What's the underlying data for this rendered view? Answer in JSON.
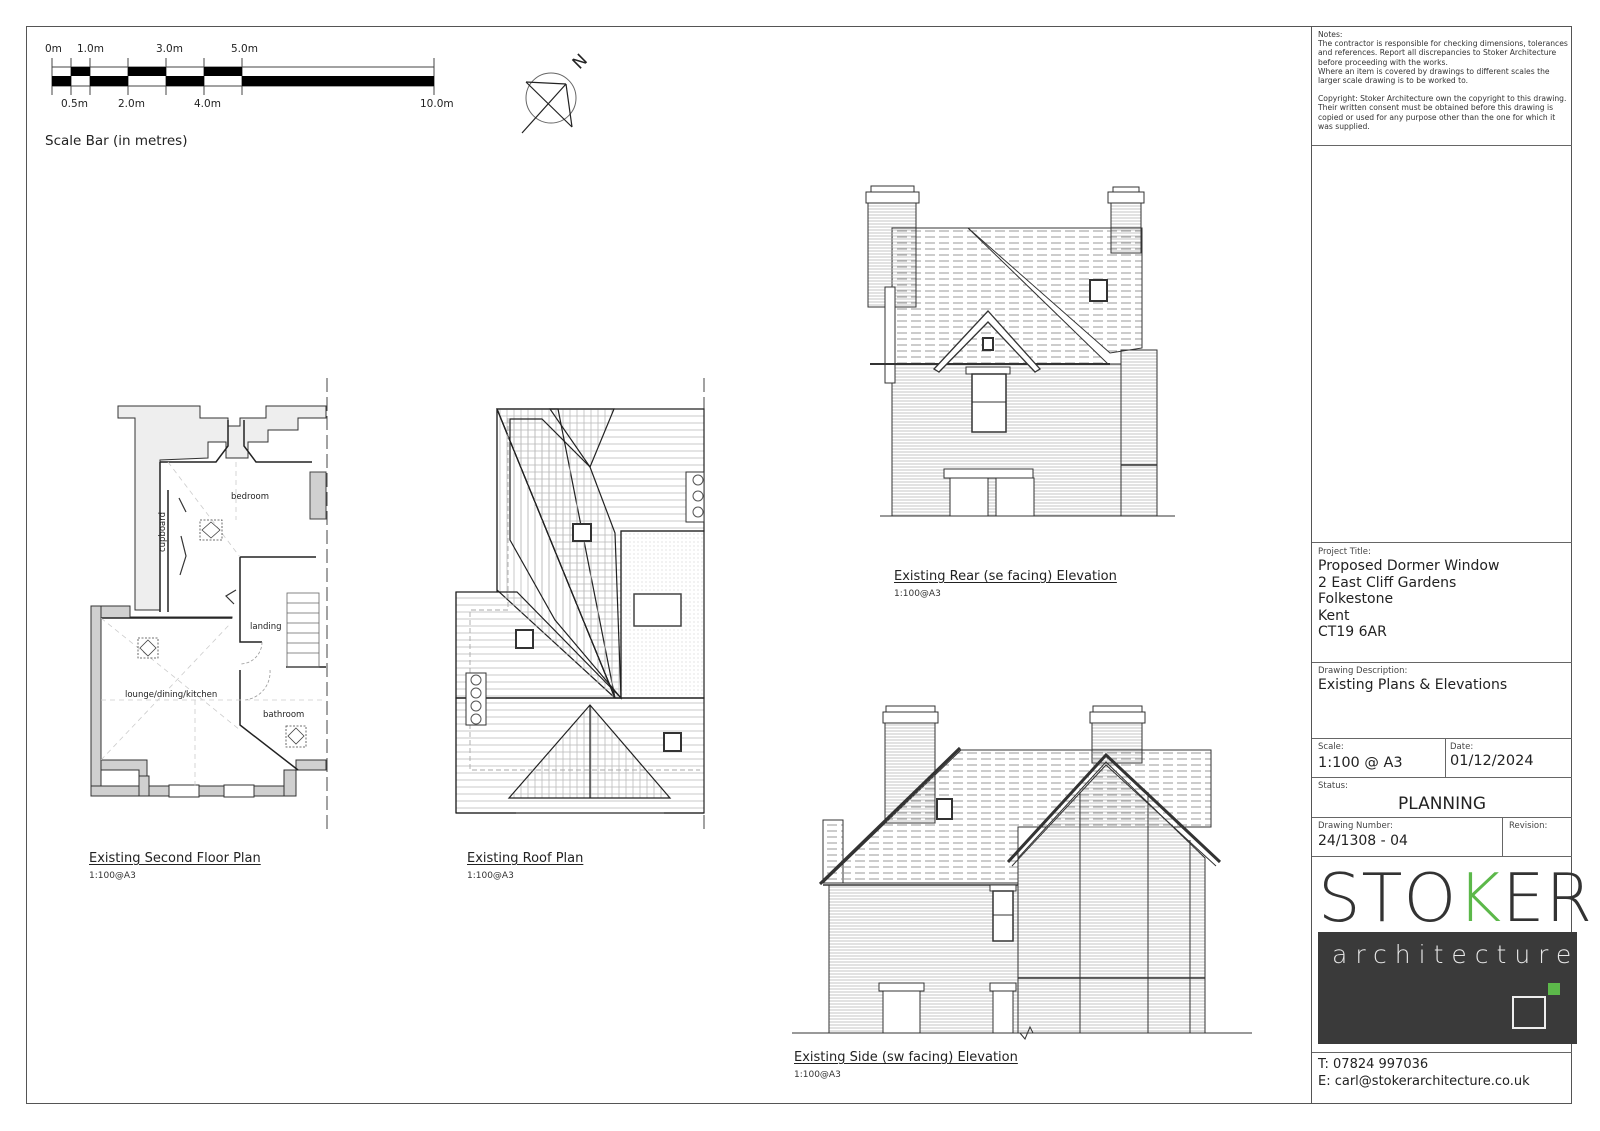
{
  "scale_bar": {
    "top_labels": [
      "0m",
      "1.0m",
      "3.0m",
      "5.0m"
    ],
    "bottom_labels": [
      "0.5m",
      "2.0m",
      "4.0m",
      "10.0m"
    ],
    "caption": "Scale Bar (in metres)"
  },
  "north_arrow": {
    "label": "N"
  },
  "drawings": [
    {
      "title": "Existing Second Floor Plan",
      "scale": "1:100@A3",
      "rooms": [
        "bedroom",
        "cupboard",
        "landing",
        "lounge/dining/kitchen",
        "bathroom"
      ]
    },
    {
      "title": "Existing Roof Plan",
      "scale": "1:100@A3"
    },
    {
      "title": "Existing Rear (se facing) Elevation",
      "scale": "1:100@A3"
    },
    {
      "title": "Existing Side (sw facing) Elevation",
      "scale": "1:100@A3"
    }
  ],
  "title_block": {
    "notes_label": "Notes:",
    "notes": [
      "The contractor is responsible for checking dimensions, tolerances and references.  Report all discrepancies to Stoker Architecture before proceeding with the works.",
      "Where an item is covered by drawings to different scales the larger scale drawing is to be worked to.",
      "Copyright: Stoker Architecture own the copyright to this drawing. Their written consent must be obtained before this drawing is copied or used for any purpose other than the one for which it was supplied."
    ],
    "project_title_label": "Project Title:",
    "project_title_lines": [
      "Proposed Dormer Window",
      "2 East Cliff Gardens",
      "Folkestone",
      "Kent",
      "CT19 6AR"
    ],
    "drawing_description_label": "Drawing Description:",
    "drawing_description": "Existing Plans & Elevations",
    "scale_label": "Scale:",
    "scale": "1:100 @ A3",
    "date_label": "Date:",
    "date": "01/12/2024",
    "status_label": "Status:",
    "status": "PLANNING",
    "drawing_number_label": "Drawing Number:",
    "drawing_number": "24/1308 - 04",
    "revision_label": "Revision:",
    "revision": "",
    "logo": {
      "word_pre": "STO",
      "word_accent": "K",
      "word_post": "ER",
      "sub": "architecture",
      "accent_color": "#5cb84a",
      "box_color": "#3a3a3a"
    },
    "phone": "T: 07824 997036",
    "email": "E: carl@stokerarchitecture.co.uk"
  }
}
